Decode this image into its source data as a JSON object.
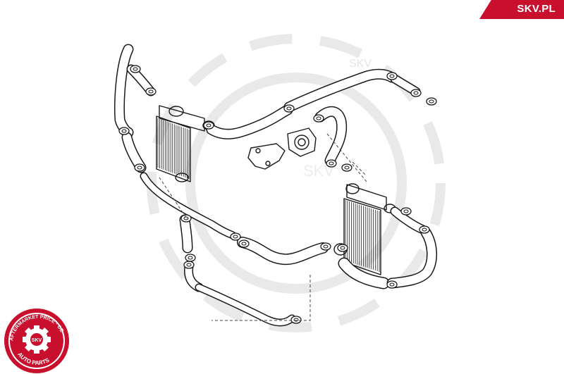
{
  "brand": {
    "site": "SKV.PL",
    "color": "#c8102e"
  },
  "seal": {
    "ring_text_left": "AFTERMARKET PRICE",
    "ring_text_right": "OE QUALITY",
    "center": "SKV",
    "bottom": "AUTO PARTS"
  },
  "watermark": {
    "text": "SKV"
  },
  "highlight": {
    "color": "#e3000f",
    "part": "highlighted-hose"
  }
}
